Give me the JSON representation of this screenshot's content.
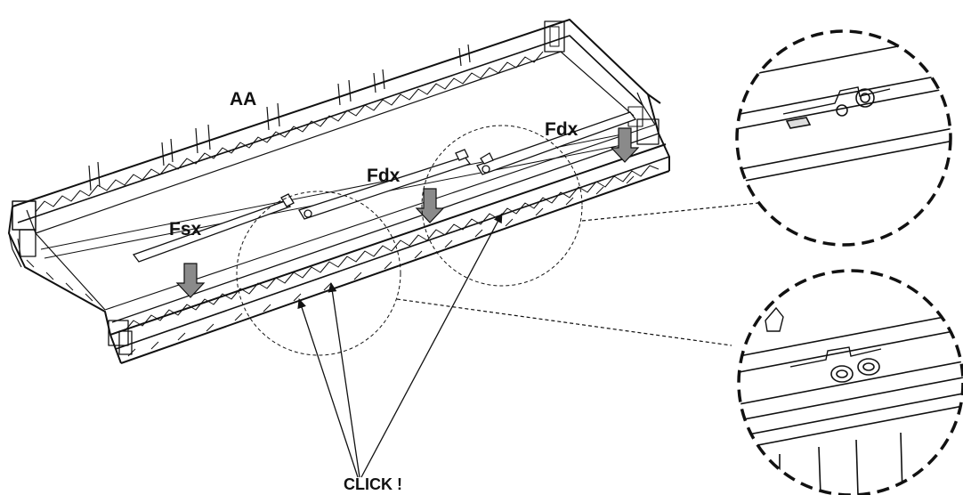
{
  "labels": {
    "aa": "AA",
    "fsx": "Fsx",
    "fdx_middle": "Fdx",
    "fdx_right": "Fdx",
    "click": "CLICK !"
  },
  "colors": {
    "line": "#111111",
    "arrow_fill": "#8a8a8a",
    "background": "#ffffff"
  },
  "icons": {
    "push_arrow": "down-arrow-icon",
    "pointer": "arrow-pointer-icon"
  }
}
